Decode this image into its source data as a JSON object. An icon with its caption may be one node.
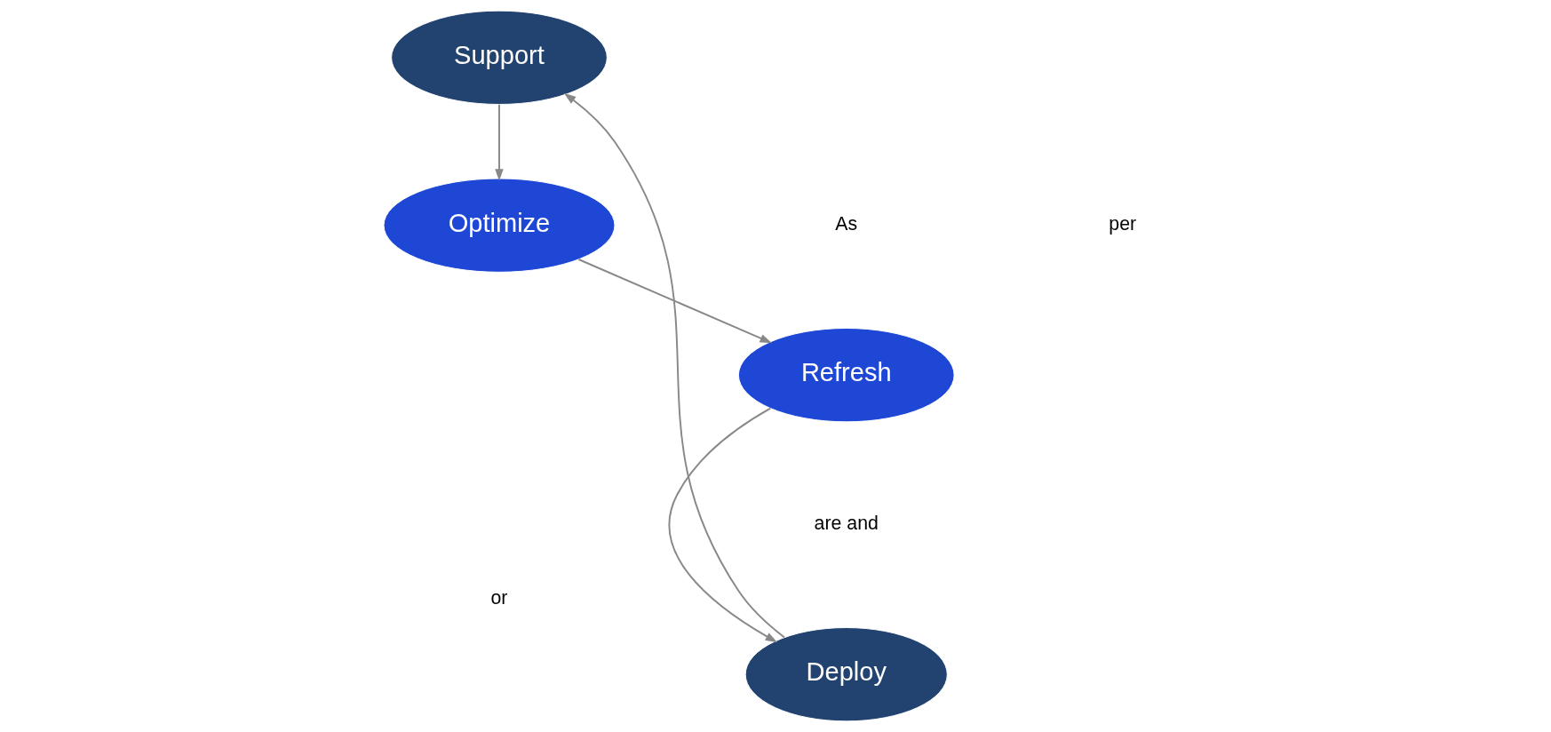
{
  "diagram": {
    "nodes": [
      {
        "text": [
          "Deploy"
        ]
      },
      {
        "text": [
          "Optimize"
        ]
      },
      {
        "text": [
          "Support"
        ]
      },
      {
        "text": [
          "Refresh"
        ]
      }
    ],
    "edges": [
      {
        "from": 0,
        "to": 2,
        "arrow": "to"
      },
      {
        "from": 2,
        "to": 1,
        "arrow": "to"
      },
      {
        "from": 1,
        "to": 3,
        "arrow": "to"
      },
      {
        "from": 3,
        "to": 0,
        "arrow": "to"
      }
    ],
    "labels": [
      "or",
      "are and",
      "As",
      "per"
    ]
  }
}
